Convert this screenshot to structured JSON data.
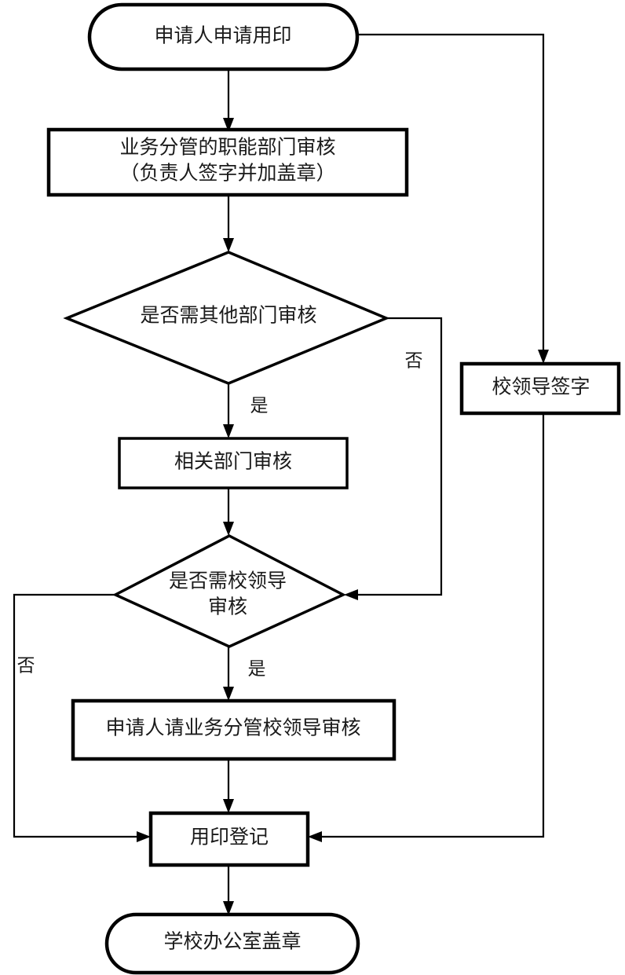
{
  "diagram": {
    "type": "flowchart",
    "orientation": "top-to-bottom",
    "background_color": "#ffffff",
    "line_color": "#000000",
    "text_color": "#1a1a1a",
    "nodes": [
      {
        "id": "start",
        "shape": "rounded-terminator",
        "label": "申请人申请用印"
      },
      {
        "id": "dept",
        "shape": "rectangle",
        "label_line1": "业务分管的职能部门审核",
        "label_line2": "（负责人签字并加盖章）"
      },
      {
        "id": "decision1",
        "shape": "diamond",
        "label": "是否需其他部门审核"
      },
      {
        "id": "leadersign",
        "shape": "rectangle",
        "label": "校领导签字"
      },
      {
        "id": "related",
        "shape": "rectangle",
        "label": "相关部门审核"
      },
      {
        "id": "decision2",
        "shape": "diamond",
        "label_line1": "是否需校领导",
        "label_line2": "审核"
      },
      {
        "id": "applyleader",
        "shape": "rectangle",
        "label": "申请人请业务分管校领导审核"
      },
      {
        "id": "register",
        "shape": "rectangle",
        "label": "用印登记"
      },
      {
        "id": "end",
        "shape": "rounded-terminator",
        "label": "学校办公室盖章"
      }
    ],
    "edge_labels": {
      "d1_yes": "是",
      "d1_no": "否",
      "d2_yes": "是",
      "d2_no": "否"
    },
    "edges": [
      {
        "from": "start",
        "to": "dept",
        "label": ""
      },
      {
        "from": "start",
        "to": "leadersign",
        "label": ""
      },
      {
        "from": "dept",
        "to": "decision1",
        "label": ""
      },
      {
        "from": "decision1",
        "to": "related",
        "label": "是"
      },
      {
        "from": "decision1",
        "to": "decision2",
        "label": "否"
      },
      {
        "from": "related",
        "to": "decision2",
        "label": ""
      },
      {
        "from": "decision2",
        "to": "applyleader",
        "label": "是"
      },
      {
        "from": "decision2",
        "to": "register",
        "label": "否"
      },
      {
        "from": "applyleader",
        "to": "register",
        "label": ""
      },
      {
        "from": "leadersign",
        "to": "register",
        "label": ""
      },
      {
        "from": "register",
        "to": "end",
        "label": ""
      }
    ]
  }
}
